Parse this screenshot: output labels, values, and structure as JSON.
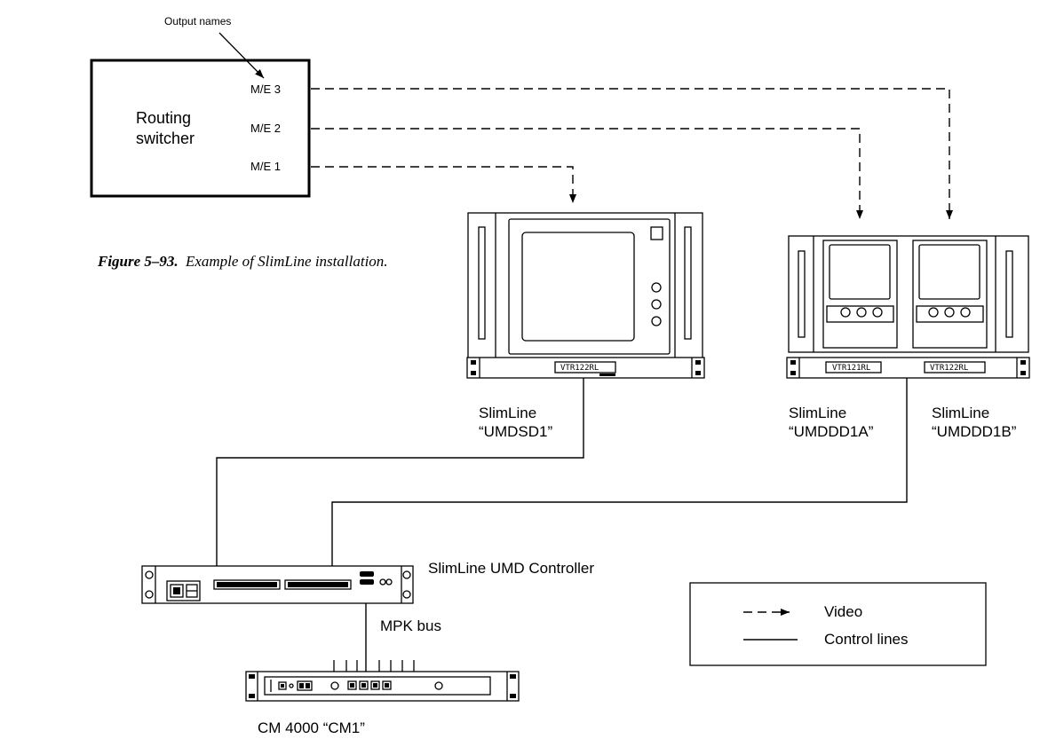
{
  "labels": {
    "output_names": "Output names",
    "routing_switcher_line1": "Routing",
    "routing_switcher_line2": "switcher",
    "me3": "M/E 3",
    "me2": "M/E 2",
    "me1": "M/E 1"
  },
  "figure": {
    "number": "Figure 5–93.",
    "caption": "Example of SlimLine installation."
  },
  "slimlines": {
    "umdsd1_l1": "SlimLine",
    "umdsd1_l2": "“UMDSD1”",
    "umddd1a_l1": "SlimLine",
    "umddd1a_l2": "“UMDDD1A”",
    "umddd1b_l1": "SlimLine",
    "umddd1b_l2": "“UMDDD1B”"
  },
  "displays": {
    "d1": "VTR122RL",
    "d2": "VTR121RL",
    "d3": "VTR122RL"
  },
  "controller_label": "SlimLine UMD Controller",
  "mpk_bus": "MPK bus",
  "cm4000": "CM 4000 “CM1”",
  "legend": {
    "video": "Video",
    "control": "Control lines"
  }
}
